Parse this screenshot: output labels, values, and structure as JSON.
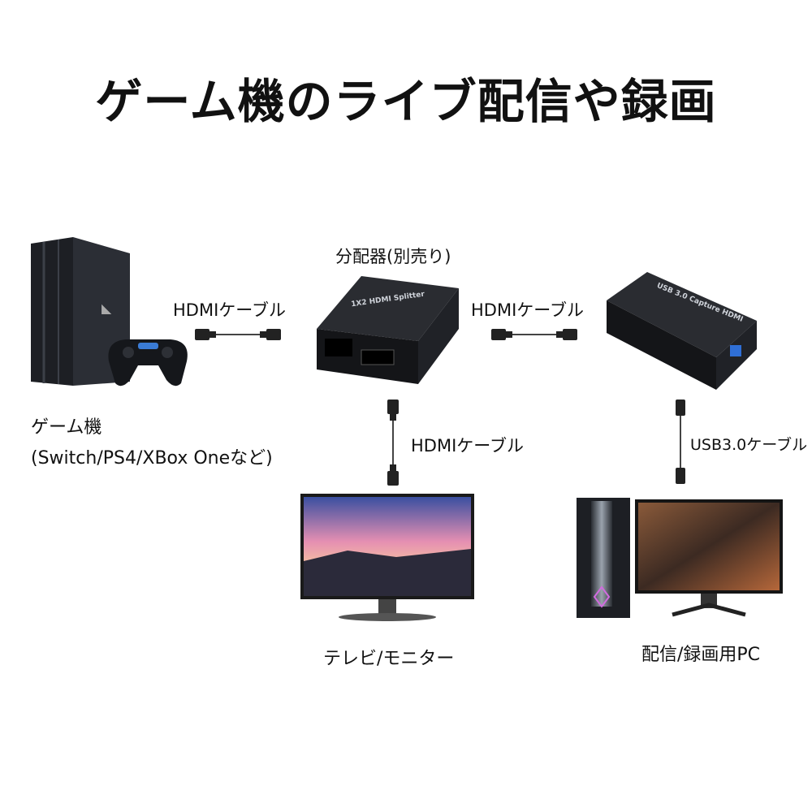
{
  "title": "ゲーム機のライブ配信や録画",
  "devices": {
    "console_label_line1": "ゲーム機",
    "console_label_line2": "(Switch/PS4/XBox Oneなど)",
    "splitter_label": "分配器(別売り)",
    "splitter_face_text": "1X2 HDMI Splitter",
    "capture_face_text": "USB 3.0 Capture HDMI",
    "tv_label": "テレビ/モニター",
    "pc_label": "配信/録画用PC"
  },
  "cables": {
    "console_to_splitter": "HDMIケーブル",
    "splitter_to_capture": "HDMIケーブル",
    "splitter_to_tv": "HDMIケーブル",
    "capture_to_pc": "USB3.0ケーブル"
  }
}
